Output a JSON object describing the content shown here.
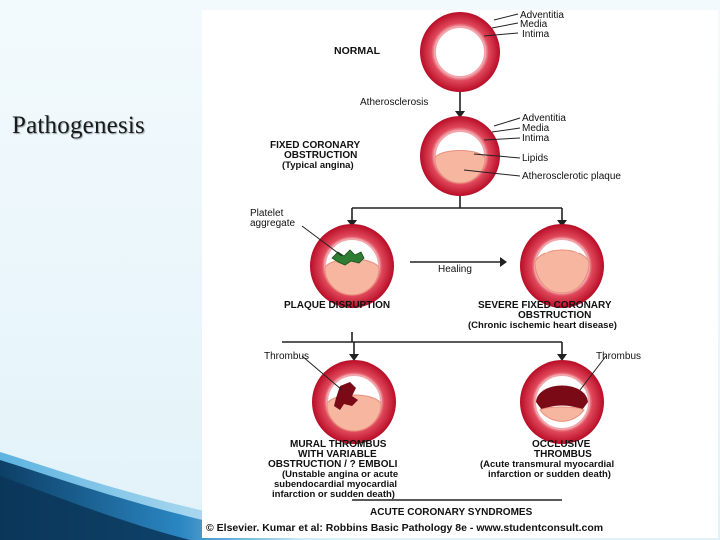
{
  "slide": {
    "title": "Pathogenesis"
  },
  "figure": {
    "stages": {
      "normal": "NORMAL",
      "atherosclerosis": "Atherosclerosis",
      "fixed_line1": "FIXED CORONARY",
      "fixed_line2": "OBSTRUCTION",
      "fixed_line3": "(Typical angina)",
      "healing": "Healing",
      "plaque_disruption": "PLAQUE DISRUPTION",
      "severe_line1": "SEVERE FIXED CORONARY",
      "severe_line2": "OBSTRUCTION",
      "severe_line3": "(Chronic ischemic heart disease)",
      "mural_line1": "MURAL THROMBUS",
      "mural_line2": "WITH VARIABLE",
      "mural_line3": "OBSTRUCTION / ? EMBOLI",
      "mural_line4": "(Unstable angina or acute",
      "mural_line5": "subendocardial myocardial",
      "mural_line6": "infarction or sudden death)",
      "occlusive_line1": "OCCLUSIVE",
      "occlusive_line2": "THROMBUS",
      "occlusive_line3": "(Acute transmural myocardial",
      "occlusive_line4": "infarction or sudden death)",
      "acs": "ACUTE CORONARY SYNDROMES"
    },
    "labels": {
      "adventitia": "Adventitia",
      "media": "Media",
      "intima": "Intima",
      "adventitia2": "Adventitia",
      "media2": "Media",
      "intima2": "Intima",
      "lipids": "Lipids",
      "atherosclerotic_plaque": "Atherosclerotic plaque",
      "platelet_line1": "Platelet",
      "platelet_line2": "aggregate",
      "thrombus_left": "Thrombus",
      "thrombus_right": "Thrombus"
    },
    "copyright": "© Elsevier. Kumar et al: Robbins Basic Pathology 8e - www.studentconsult.com"
  },
  "colors": {
    "vessel_outer": "#c8102e",
    "vessel_inner": "#f1a3a8",
    "lumen": "#ffffff",
    "plaque": "#f6b6a0",
    "platelets": "#2e7d32",
    "thrombus": "#7a0a16",
    "slide_bg": "#eaf6fb",
    "swoosh": "#1f6fa8"
  }
}
